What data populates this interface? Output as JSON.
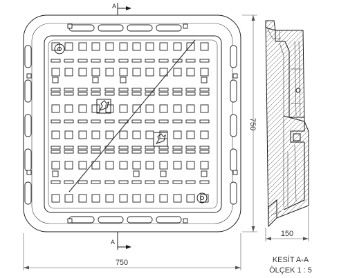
{
  "dimensions": {
    "width_label": "750",
    "height_label": "750",
    "depth_label": "150"
  },
  "section_marks": {
    "top": "A",
    "bottom": "A"
  },
  "caption": {
    "line1": "KESİT A-A",
    "line2": "ÖLÇEK 1 : 5"
  }
}
